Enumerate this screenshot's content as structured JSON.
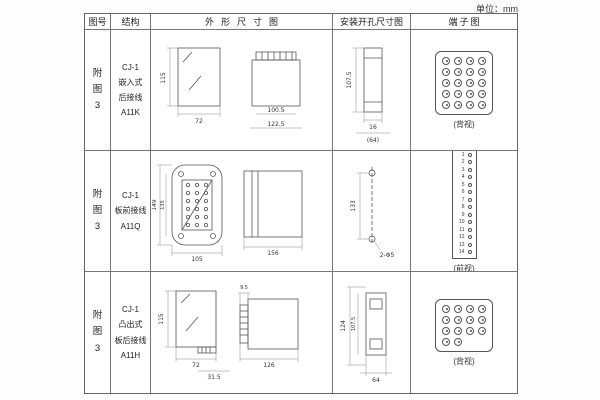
{
  "unit_label": "单位：mm",
  "table": {
    "headers": [
      "图号",
      "结构",
      "外形尺寸图",
      "安装开孔尺寸图",
      "端子图"
    ],
    "rows": [
      {
        "figure_no": "附图3",
        "structure": "CJ-1\n嵌入式\n后接线\nA11K",
        "outline": {
          "height": "115",
          "width": "72",
          "inner_width": "100.5",
          "total_width": "122.5"
        },
        "mounting": {
          "height": "107.5",
          "slot_width": "16",
          "spacing": "(64)"
        },
        "terminal": {
          "view": "(背视)"
        }
      },
      {
        "figure_no": "附图3",
        "structure": "CJ-1\n板前接线\nA11Q",
        "outline": {
          "height": "149",
          "inner_height": "135",
          "width": "105",
          "length": "156"
        },
        "mounting": {
          "height": "133",
          "hole_label": "2-Φ5"
        },
        "terminal": {
          "view": "(前视)",
          "numbers": [
            "1",
            "2",
            "3",
            "4",
            "5",
            "6",
            "7",
            "8",
            "9",
            "10",
            "11",
            "12",
            "13",
            "14"
          ]
        }
      },
      {
        "figure_no": "附图3",
        "structure": "CJ-1\n凸出式\n板后接线\nA11H",
        "outline": {
          "height": "115",
          "width": "72",
          "offset": "31.5",
          "pin_depth": "9.5",
          "length": "126"
        },
        "mounting": {
          "height": "107.5",
          "outer_height": "124",
          "width": "64"
        },
        "terminal": {
          "view": "(背视)"
        }
      }
    ]
  }
}
